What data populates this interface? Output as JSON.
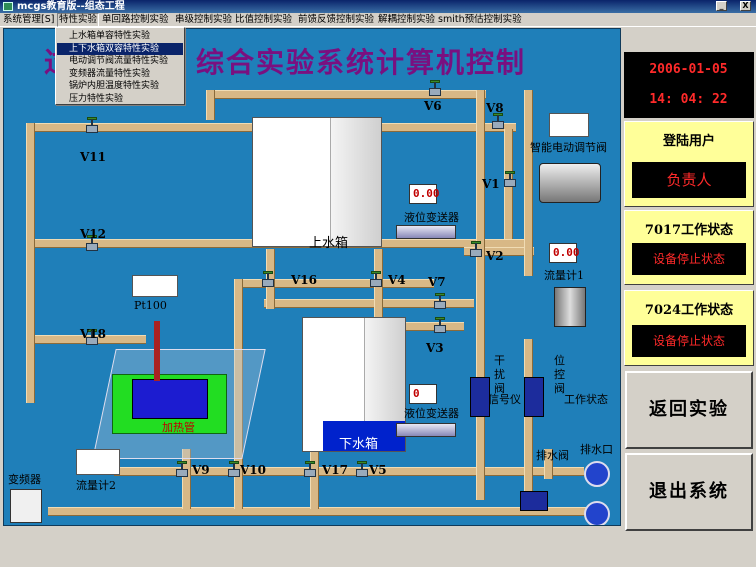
{
  "window": {
    "title": "mcgs教育版--组态工程",
    "minimize": "_",
    "close": "X"
  },
  "menu": {
    "items": [
      "系统管理[S]",
      "特性实验",
      "单回路控制实验",
      "串级控制实验",
      "比值控制实验",
      "前馈反馈控制实验",
      "解耦控制实验",
      "smith预估控制实验"
    ],
    "dropdown": [
      "上水箱单容特性实验",
      "上下水箱双容特性实验",
      "电动调节阀流量特性实验",
      "变频器流量特性实验",
      "锅炉内胆温度特性实验",
      "压力特性实验"
    ],
    "dropdown_selected": 1
  },
  "diagram": {
    "title_left": "过",
    "title": "综合实验系统计算机控制",
    "valves": {
      "v6": "V6",
      "v8": "V8",
      "v11": "V11",
      "v1": "V1",
      "v12": "V12",
      "v2": "V2",
      "v16": "V16",
      "v4": "V4",
      "v7": "V7",
      "v18": "V18",
      "v3": "V3",
      "v9": "V9",
      "v10": "V10",
      "v17": "V17",
      "v5": "V5"
    },
    "upper_tank": "上水箱",
    "lower_tank": "下水箱",
    "level_transmitter_1": "液位变送器",
    "level_transmitter_2": "液位变送器",
    "level_reading_1": "0.00",
    "level_reading_2": "0",
    "flow_reading": "0.00",
    "flowmeter_1": "流量计1",
    "flowmeter_2": "流量计2",
    "regulator": "智能电动调节阀",
    "pt100": "Pt100",
    "heater": "加热管",
    "inverter": "变频器",
    "drain_outlet": "排水口",
    "drain_valve": "排水阀",
    "interference_valve": "干扰阀",
    "signal_instrument": "信号仪",
    "position_valve": "位控阀",
    "work_status": "工作状态",
    "vertical_1": "干扰阀",
    "vertical_2": "位控阀"
  },
  "panel": {
    "date": "2006-01-05",
    "time": "14: 04: 22",
    "login_title": "登陆用户",
    "login_user": "负责人",
    "status_7017_title": "7017工作状态",
    "status_7017": "设备停止状态",
    "status_7024_title": "7024工作状态",
    "status_7024": "设备停止状态",
    "return_button": "返回实验",
    "exit_button": "退出系统"
  },
  "colors": {
    "background": "#1f7fb9",
    "pipe": "#d8b886",
    "title": "#7a1080",
    "lcd_text": "#ff2a2a",
    "heater_green": "#22dd22",
    "water": "#0022cc"
  }
}
